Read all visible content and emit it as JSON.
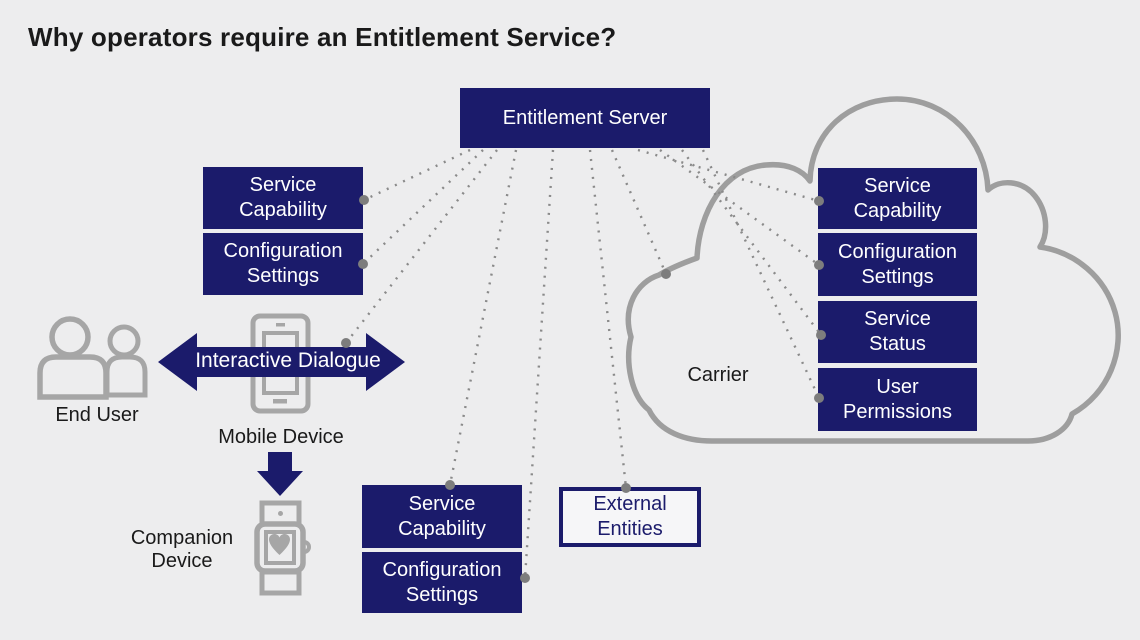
{
  "title": "Why operators require an Entitlement Service?",
  "colors": {
    "navy": "#1b1b6b",
    "icon_gray": "#a6a6a6",
    "connector_gray": "#8a8a8a",
    "dot_gray": "#7d7d7d",
    "background": "#ededee",
    "text_dark": "#1a1a1a"
  },
  "server": {
    "label": "Entitlement Server"
  },
  "left_boxes": [
    {
      "lines": [
        "Service",
        "Capability"
      ]
    },
    {
      "lines": [
        "Configuration",
        "Settings"
      ]
    }
  ],
  "carrier_cloud": {
    "label": "Carrier",
    "boxes": [
      {
        "lines": [
          "Service",
          "Capability"
        ]
      },
      {
        "lines": [
          "Configuration",
          "Settings"
        ]
      },
      {
        "lines": [
          "Service",
          "Status"
        ]
      },
      {
        "lines": [
          "User",
          "Permissions"
        ]
      }
    ]
  },
  "bottom_boxes": [
    {
      "lines": [
        "Service",
        "Capability"
      ]
    },
    {
      "lines": [
        "Configuration",
        "Settings"
      ]
    }
  ],
  "external_entities": {
    "lines": [
      "External",
      "Entities"
    ]
  },
  "interactive_dialogue": {
    "label": "Interactive Dialogue"
  },
  "actors": {
    "end_user": "End User",
    "mobile_device": "Mobile Device",
    "companion_device": {
      "lines": [
        "Companion",
        "Device"
      ]
    }
  }
}
